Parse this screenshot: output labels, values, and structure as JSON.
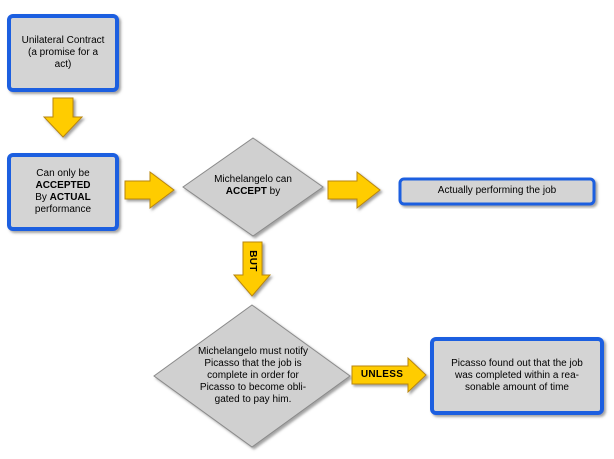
{
  "boxes": {
    "unilateral": {
      "lines": [
        "Unilateral Contract",
        "(a promise for a",
        "act)"
      ]
    },
    "accepted": {
      "lines": [
        {
          "t": "Can only be",
          "b": false
        },
        {
          "t": "ACCEPTED",
          "b": true
        },
        {
          "pre": "By ",
          "t": "ACTUAL",
          "b": true
        },
        {
          "t": "performance",
          "b": false
        }
      ]
    },
    "performing": {
      "text": "Actually performing the job"
    },
    "found_out": {
      "lines": [
        "Picasso found out that the job",
        "was completed within a rea-",
        "sonable amount of time"
      ]
    }
  },
  "diamonds": {
    "accept_by": {
      "line1": "Michelangelo can",
      "bold": "ACCEPT",
      "tail": " by"
    },
    "notify": {
      "lines": [
        "Michelangelo must notify",
        "Picasso that the job is",
        "complete in order for",
        "Picasso to become obli-",
        "gated to pay him."
      ]
    }
  },
  "arrows": {
    "but": "BUT",
    "unless": "UNLESS"
  },
  "colors": {
    "box_fill": "#d4d4d4",
    "box_border": "#1e5fe0",
    "diamond_fill": "#d0d0d0",
    "diamond_border": "#8a8a8a",
    "arrow_fill": "#ffcc00",
    "arrow_border": "#b8860b"
  }
}
